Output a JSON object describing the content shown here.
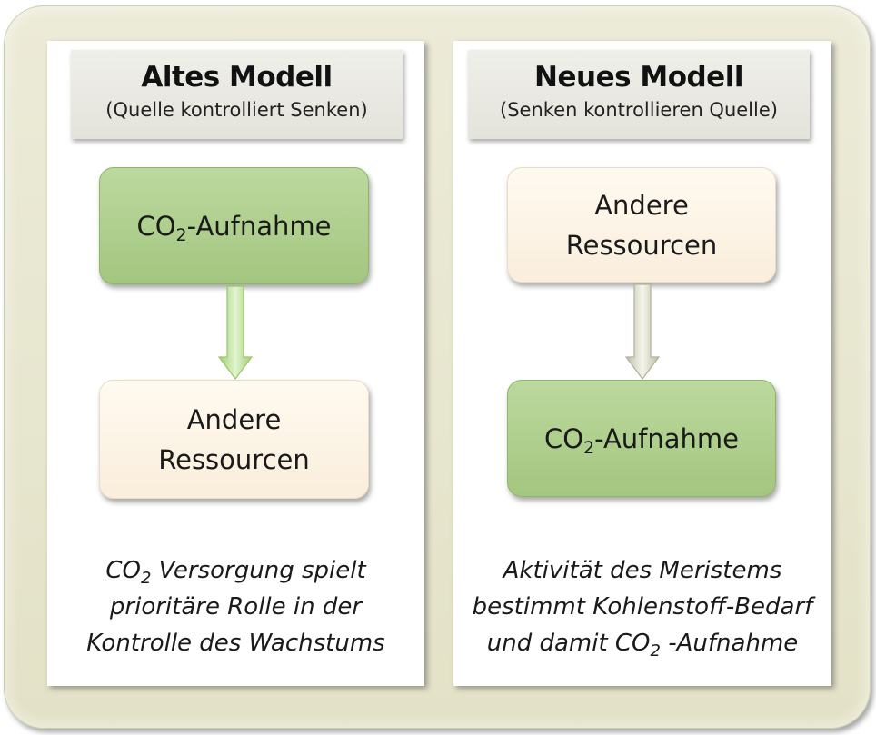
{
  "left": {
    "title": "Altes Modell",
    "subtitle": "(Quelle kontrolliert Senken)",
    "top_box": {
      "text_pre": "CO",
      "sub": "2",
      "text_post": "-Aufnahme"
    },
    "bottom_box": {
      "line1": "Andere",
      "line2": "Ressourcen"
    },
    "caption": {
      "pre": "CO",
      "sub": "2",
      "line1_post": " Versorgung  spielt",
      "line2": "prioritäre Rolle in der",
      "line3": "Kontrolle des Wachstums"
    }
  },
  "right": {
    "title": "Neues Modell",
    "subtitle": "(Senken kontrollieren Quelle)",
    "top_box": {
      "line1": "Andere",
      "line2": "Ressourcen"
    },
    "bottom_box": {
      "text_pre": "CO",
      "sub": "2",
      "text_post": "-Aufnahme"
    },
    "caption": {
      "line1": "Aktivität des Meristems",
      "line2": "bestimmt Kohlenstoff-Bedarf",
      "line3_pre": "und damit CO",
      "sub": "2",
      "line3_post": " -Aufnahme"
    }
  },
  "colors": {
    "green_box": "#a3c680",
    "cream_box": "#faeedc",
    "green_arrow": "#b5db8c",
    "gray_arrow": "#d8d8c8"
  }
}
